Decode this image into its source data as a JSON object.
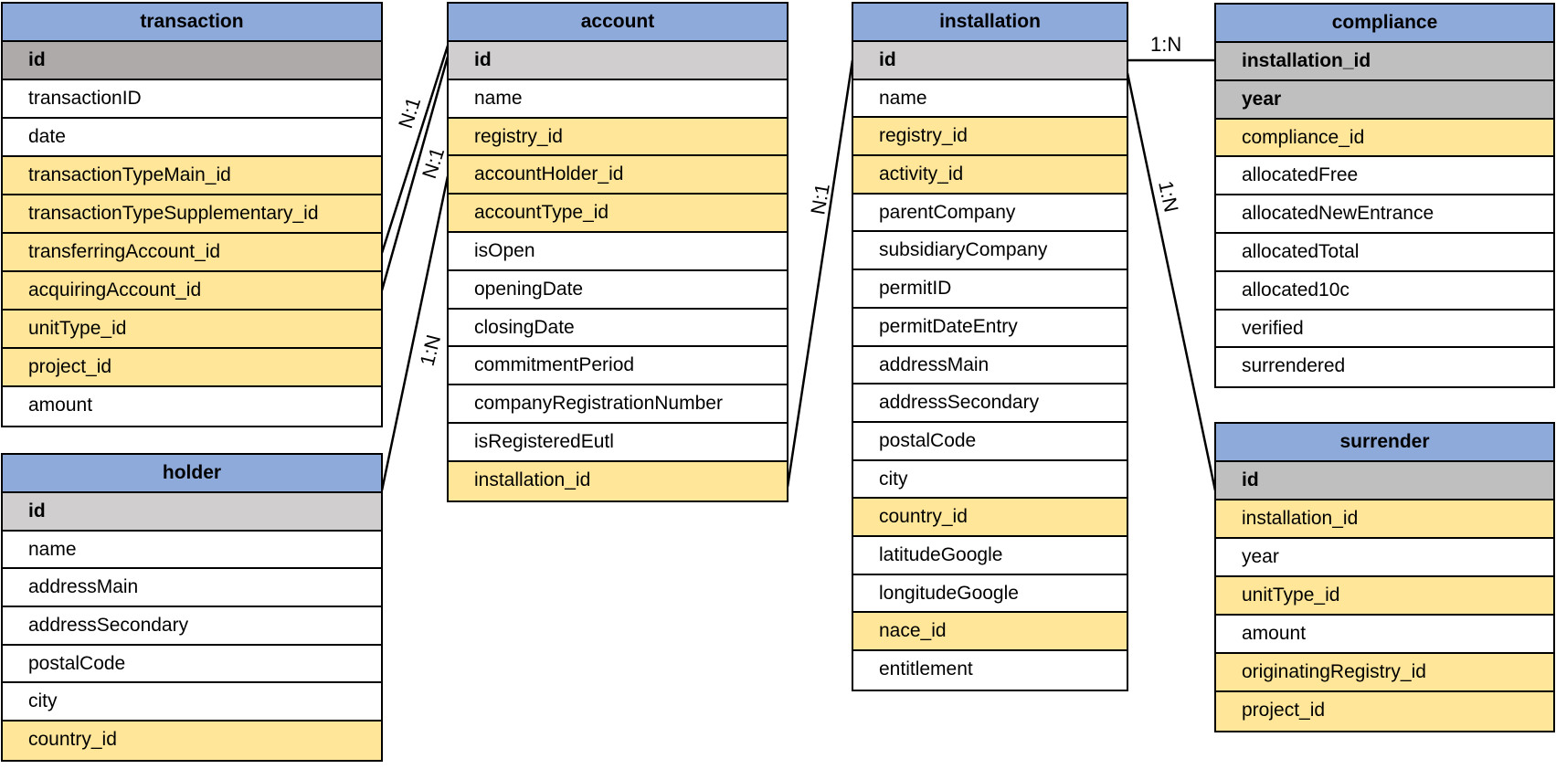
{
  "tables": {
    "transaction": {
      "title": "transaction",
      "rows": [
        {
          "label": "id",
          "kind": "pk-dark"
        },
        {
          "label": "transactionID",
          "kind": "plain"
        },
        {
          "label": "date",
          "kind": "plain"
        },
        {
          "label": "transactionTypeMain_id",
          "kind": "fk"
        },
        {
          "label": "transactionTypeSupplementary_id",
          "kind": "fk"
        },
        {
          "label": "transferringAccount_id",
          "kind": "fk"
        },
        {
          "label": "acquiringAccount_id",
          "kind": "fk"
        },
        {
          "label": "unitType_id",
          "kind": "fk"
        },
        {
          "label": "project_id",
          "kind": "fk"
        },
        {
          "label": "amount",
          "kind": "plain"
        }
      ]
    },
    "holder": {
      "title": "holder",
      "rows": [
        {
          "label": "id",
          "kind": "pk-light"
        },
        {
          "label": "name",
          "kind": "plain"
        },
        {
          "label": "addressMain",
          "kind": "plain"
        },
        {
          "label": "addressSecondary",
          "kind": "plain"
        },
        {
          "label": "postalCode",
          "kind": "plain"
        },
        {
          "label": "city",
          "kind": "plain"
        },
        {
          "label": "country_id",
          "kind": "fk"
        }
      ]
    },
    "account": {
      "title": "account",
      "rows": [
        {
          "label": "id",
          "kind": "pk-light"
        },
        {
          "label": "name",
          "kind": "plain"
        },
        {
          "label": "registry_id",
          "kind": "fk"
        },
        {
          "label": "accountHolder_id",
          "kind": "fk"
        },
        {
          "label": "accountType_id",
          "kind": "fk"
        },
        {
          "label": "isOpen",
          "kind": "plain"
        },
        {
          "label": "openingDate",
          "kind": "plain"
        },
        {
          "label": "closingDate",
          "kind": "plain"
        },
        {
          "label": "commitmentPeriod",
          "kind": "plain"
        },
        {
          "label": "companyRegistrationNumber",
          "kind": "plain"
        },
        {
          "label": "isRegisteredEutl",
          "kind": "plain"
        },
        {
          "label": "installation_id",
          "kind": "fk"
        }
      ]
    },
    "installation": {
      "title": "installation",
      "rows": [
        {
          "label": "id",
          "kind": "pk-light"
        },
        {
          "label": "name",
          "kind": "plain"
        },
        {
          "label": "registry_id",
          "kind": "fk"
        },
        {
          "label": "activity_id",
          "kind": "fk"
        },
        {
          "label": "parentCompany",
          "kind": "plain"
        },
        {
          "label": "subsidiaryCompany",
          "kind": "plain"
        },
        {
          "label": "permitID",
          "kind": "plain"
        },
        {
          "label": "permitDateEntry",
          "kind": "plain"
        },
        {
          "label": "addressMain",
          "kind": "plain"
        },
        {
          "label": "addressSecondary",
          "kind": "plain"
        },
        {
          "label": "postalCode",
          "kind": "plain"
        },
        {
          "label": "city",
          "kind": "plain"
        },
        {
          "label": "country_id",
          "kind": "fk"
        },
        {
          "label": "latitudeGoogle",
          "kind": "plain"
        },
        {
          "label": "longitudeGoogle",
          "kind": "plain"
        },
        {
          "label": "nace_id",
          "kind": "fk"
        },
        {
          "label": "entitlement",
          "kind": "plain"
        }
      ]
    },
    "compliance": {
      "title": "compliance",
      "rows": [
        {
          "label": "installation_id",
          "kind": "pk-mid"
        },
        {
          "label": "year",
          "kind": "pk-mid"
        },
        {
          "label": "compliance_id",
          "kind": "fk"
        },
        {
          "label": "allocatedFree",
          "kind": "plain"
        },
        {
          "label": "allocatedNewEntrance",
          "kind": "plain"
        },
        {
          "label": "allocatedTotal",
          "kind": "plain"
        },
        {
          "label": "allocated10c",
          "kind": "plain"
        },
        {
          "label": "verified",
          "kind": "plain"
        },
        {
          "label": "surrendered",
          "kind": "plain"
        }
      ]
    },
    "surrender": {
      "title": "surrender",
      "rows": [
        {
          "label": "id",
          "kind": "pk-mid"
        },
        {
          "label": "installation_id",
          "kind": "fk"
        },
        {
          "label": "year",
          "kind": "plain"
        },
        {
          "label": "unitType_id",
          "kind": "fk"
        },
        {
          "label": "amount",
          "kind": "plain"
        },
        {
          "label": "originatingRegistry_id",
          "kind": "fk"
        },
        {
          "label": "project_id",
          "kind": "fk"
        }
      ]
    }
  },
  "relations": {
    "transferring_account": "N:1",
    "acquiring_account": "N:1",
    "holder_account": "1:N",
    "account_installation": "N:1",
    "installation_compliance": "1:N",
    "installation_surrender": "1:N"
  },
  "colors": {
    "header": "#8eaadb",
    "foreign_key": "#ffe699",
    "primary_key_dark": "#aeaaaa",
    "primary_key_light": "#d0cece",
    "primary_key_mid": "#bfbfbf",
    "border": "#000000"
  }
}
